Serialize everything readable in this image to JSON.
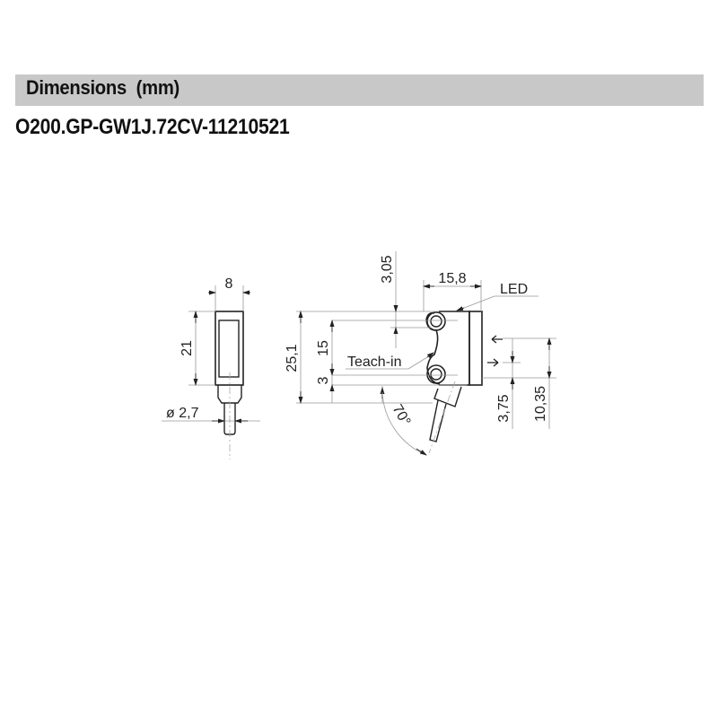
{
  "header": {
    "title": "Dimensions  (mm)",
    "bar_color": "#c8c8c8"
  },
  "model": {
    "code": "O200.GP-GW1J.72CV-11210521"
  },
  "drawing": {
    "side_view": {
      "width": "8",
      "height": "21",
      "cable_diameter": "ø 2,7"
    },
    "front_view": {
      "top_offset": "3,05",
      "body_width": "15,8",
      "total_height": "25,1",
      "hole_spacing": "15",
      "bottom_offset": "3",
      "cable_angle": "70°",
      "optical_axis_offset": "3,75",
      "emitter_height": "10,35"
    },
    "labels": {
      "led": "LED",
      "teach_in": "Teach-in"
    }
  }
}
